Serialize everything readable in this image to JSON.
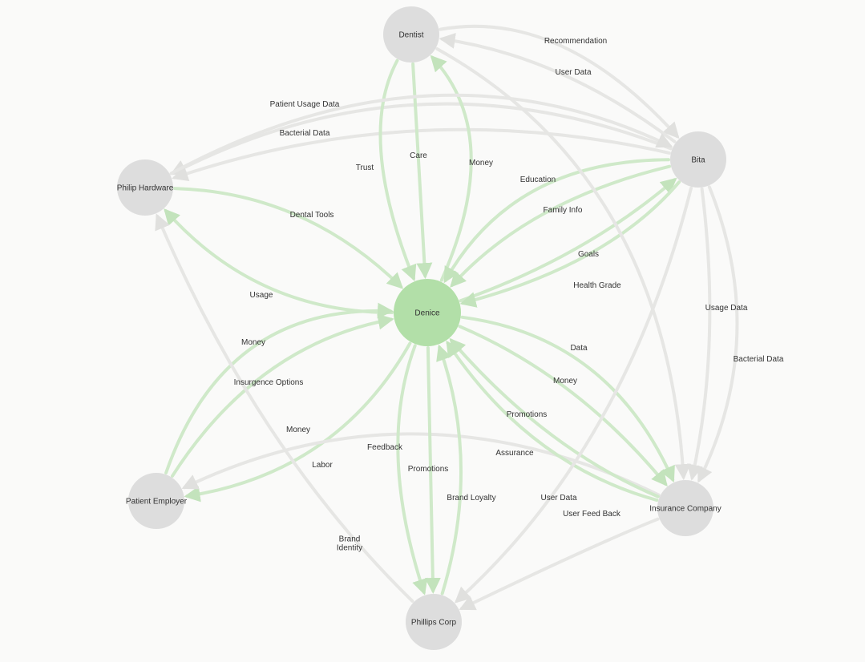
{
  "colors": {
    "background": "#fafaf9",
    "gray_node": "#dddddd",
    "green_node": "#b2dfa8",
    "gray_edge": "#e6e6e4",
    "green_edge": "#cfe9c9",
    "label": "#333333"
  },
  "nodes": [
    {
      "id": "dentist",
      "label": "Dentist",
      "color": "gray"
    },
    {
      "id": "bita",
      "label": "Bita",
      "color": "gray"
    },
    {
      "id": "philip_hardware",
      "label": "Philip Hardware",
      "color": "gray"
    },
    {
      "id": "denice",
      "label": "Denice",
      "color": "green"
    },
    {
      "id": "patient_employer",
      "label": "Patient Employer",
      "color": "gray"
    },
    {
      "id": "insurance_company",
      "label": "Insurance Company",
      "color": "gray"
    },
    {
      "id": "phillips_corp",
      "label": "Phillips Corp",
      "color": "gray"
    }
  ],
  "edges": [
    {
      "from": "dentist",
      "to": "bita",
      "label": "Recommendation",
      "color": "gray"
    },
    {
      "from": "bita",
      "to": "dentist",
      "label": "User Data",
      "color": "gray"
    },
    {
      "from": "bita",
      "to": "philip_hardware",
      "label": "Patient Usage Data",
      "color": "gray"
    },
    {
      "from": "bita",
      "to": "philip_hardware",
      "label": "Bacterial Data",
      "color": "gray"
    },
    {
      "from": "dentist",
      "to": "denice",
      "label": "Trust",
      "color": "green"
    },
    {
      "from": "dentist",
      "to": "denice",
      "label": "Care",
      "color": "green"
    },
    {
      "from": "denice",
      "to": "dentist",
      "label": "Money",
      "color": "green"
    },
    {
      "from": "bita",
      "to": "denice",
      "label": "Education",
      "color": "green"
    },
    {
      "from": "bita",
      "to": "denice",
      "label": "Family Info",
      "color": "green"
    },
    {
      "from": "denice",
      "to": "bita",
      "label": "Goals",
      "color": "green"
    },
    {
      "from": "bita",
      "to": "denice",
      "label": "Health Grade",
      "color": "green"
    },
    {
      "from": "philip_hardware",
      "to": "denice",
      "label": "Dental Tools",
      "color": "green"
    },
    {
      "from": "denice",
      "to": "philip_hardware",
      "label": "Usage",
      "color": "green"
    },
    {
      "from": "patient_employer",
      "to": "denice",
      "label": "Money",
      "color": "green"
    },
    {
      "from": "patient_employer",
      "to": "denice",
      "label": "Insurgence Options",
      "color": "green"
    },
    {
      "from": "denice",
      "to": "patient_employer",
      "label": "Labor",
      "color": "green"
    },
    {
      "from": "insurance_company",
      "to": "patient_employer",
      "label": "Money",
      "color": "gray"
    },
    {
      "from": "denice",
      "to": "phillips_corp",
      "label": "Feedback",
      "color": "green"
    },
    {
      "from": "denice",
      "to": "phillips_corp",
      "label": "Promotions",
      "color": "green"
    },
    {
      "from": "phillips_corp",
      "to": "denice",
      "label": "Brand Loyalty",
      "color": "green"
    },
    {
      "from": "denice",
      "to": "insurance_company",
      "label": "Data",
      "color": "green"
    },
    {
      "from": "denice",
      "to": "insurance_company",
      "label": "Money",
      "color": "green"
    },
    {
      "from": "insurance_company",
      "to": "denice",
      "label": "Promotions",
      "color": "green"
    },
    {
      "from": "insurance_company",
      "to": "denice",
      "label": "Assurance",
      "color": "green"
    },
    {
      "from": "phillips_corp",
      "to": "philip_hardware",
      "label": "Brand\nIdentity",
      "color": "gray"
    },
    {
      "from": "bita",
      "to": "phillips_corp",
      "label": "User Data",
      "color": "gray"
    },
    {
      "from": "insurance_company",
      "to": "phillips_corp",
      "label": "User Feed Back",
      "color": "gray"
    },
    {
      "from": "bita",
      "to": "insurance_company",
      "label": "Usage Data",
      "color": "gray"
    },
    {
      "from": "bita",
      "to": "insurance_company",
      "label": "Bacterial Data",
      "color": "gray"
    },
    {
      "from": "dentist",
      "to": "insurance_company",
      "label": "",
      "color": "gray"
    },
    {
      "from": "philip_hardware",
      "to": "bita",
      "label": "",
      "color": "gray"
    }
  ]
}
